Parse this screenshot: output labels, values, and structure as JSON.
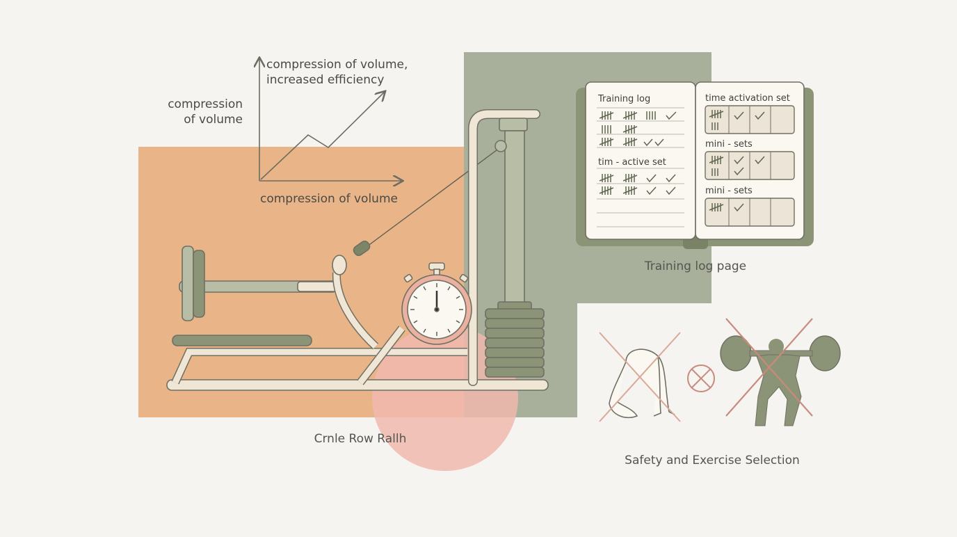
{
  "graph": {
    "arrow_label_line1": "compression of volume,",
    "arrow_label_line2": "increased efficiency",
    "y_label_line1": "compression",
    "y_label_line2": "of volume",
    "x_label": "compression of volume"
  },
  "machine": {
    "caption": "Crnle Row Rallh"
  },
  "log": {
    "caption": "Training log page",
    "left_title": "Training log",
    "left_section": "tim - active set",
    "right_title": "time activation set",
    "right_section1": "mini - sets",
    "right_section2": "mini - sets"
  },
  "safety": {
    "caption": "Safety and Exercise Selection"
  },
  "colors": {
    "orange_panel": "#e8b488",
    "sage_panel": "#a8b09c",
    "pink_circle": "#f0b8ae",
    "olive": "#8c9477",
    "cream": "#efe6d6",
    "cross_red": "#c98a7c"
  }
}
